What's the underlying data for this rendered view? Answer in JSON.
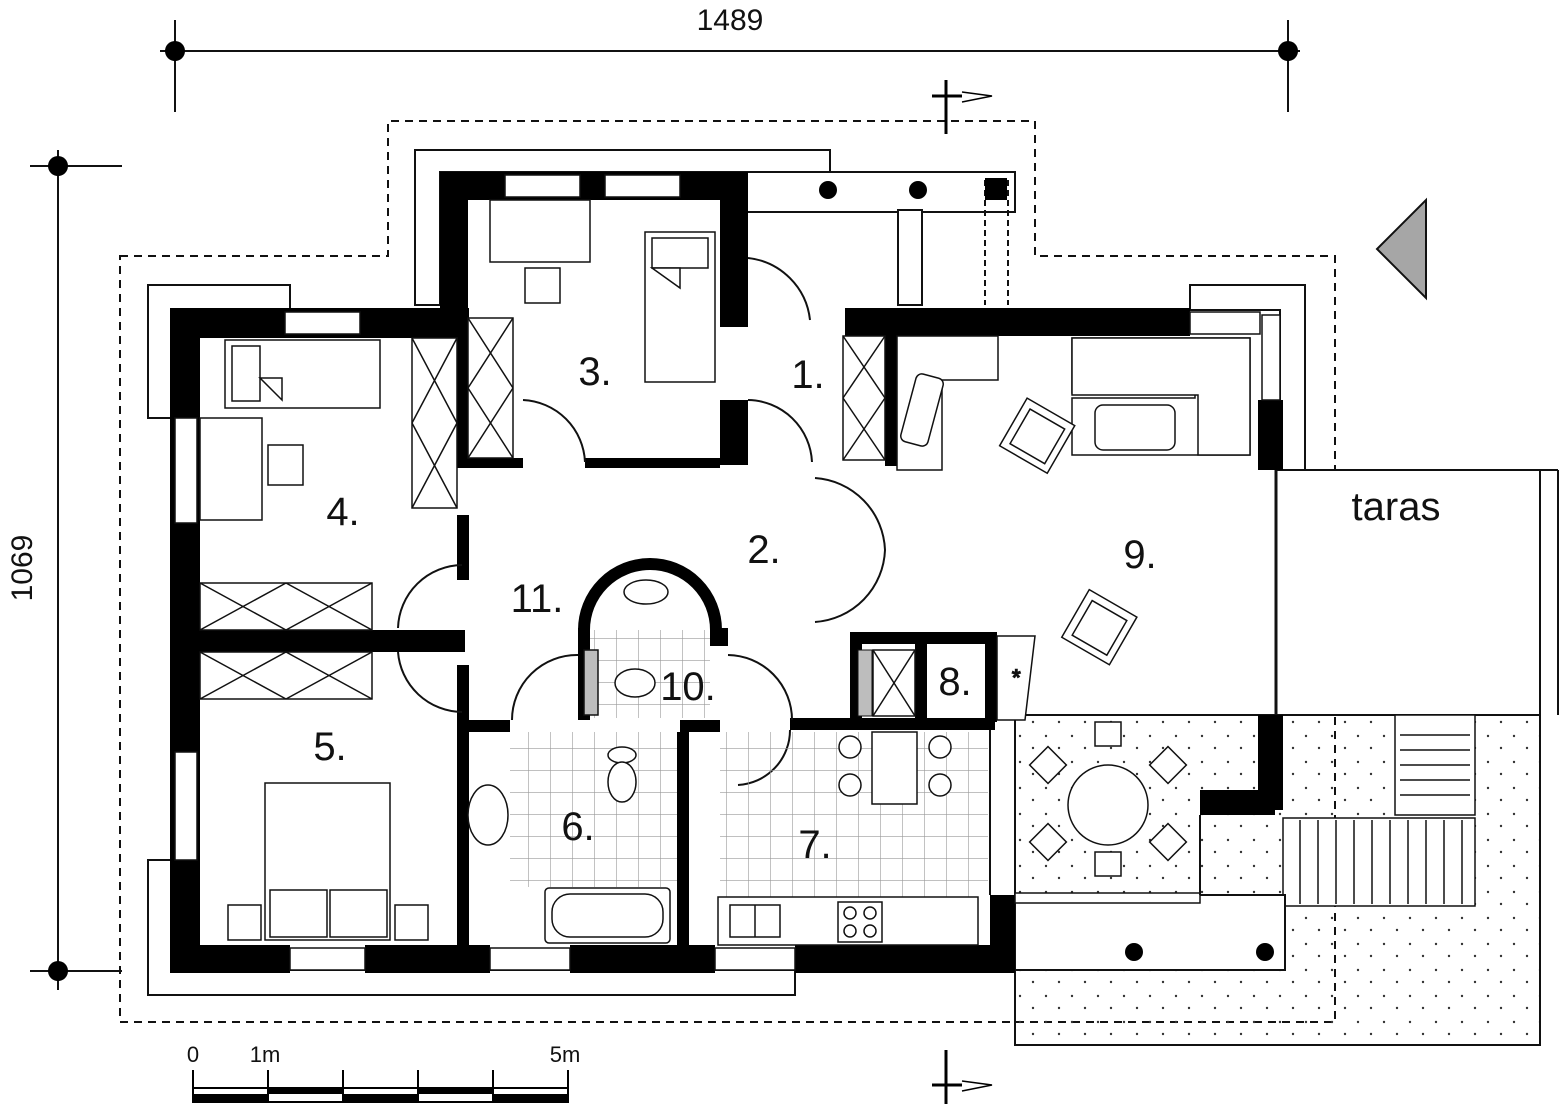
{
  "dimensions": {
    "width_label": "1489",
    "height_label": "1069"
  },
  "rooms": {
    "r1": "1.",
    "r2": "2.",
    "r3": "3.",
    "r4": "4.",
    "r5": "5.",
    "r6": "6.",
    "r7": "7.",
    "r8": "8.",
    "r9": "9.",
    "r10": "10.",
    "r11": "11.",
    "terrace": "taras"
  },
  "scale_bar": {
    "zero": "0",
    "one": "1m",
    "five": "5m"
  },
  "colors": {
    "wall": "#000000",
    "line": "#111111",
    "north_arrow": "#a6a6a6",
    "tile_grid": "#9a9a9a"
  }
}
